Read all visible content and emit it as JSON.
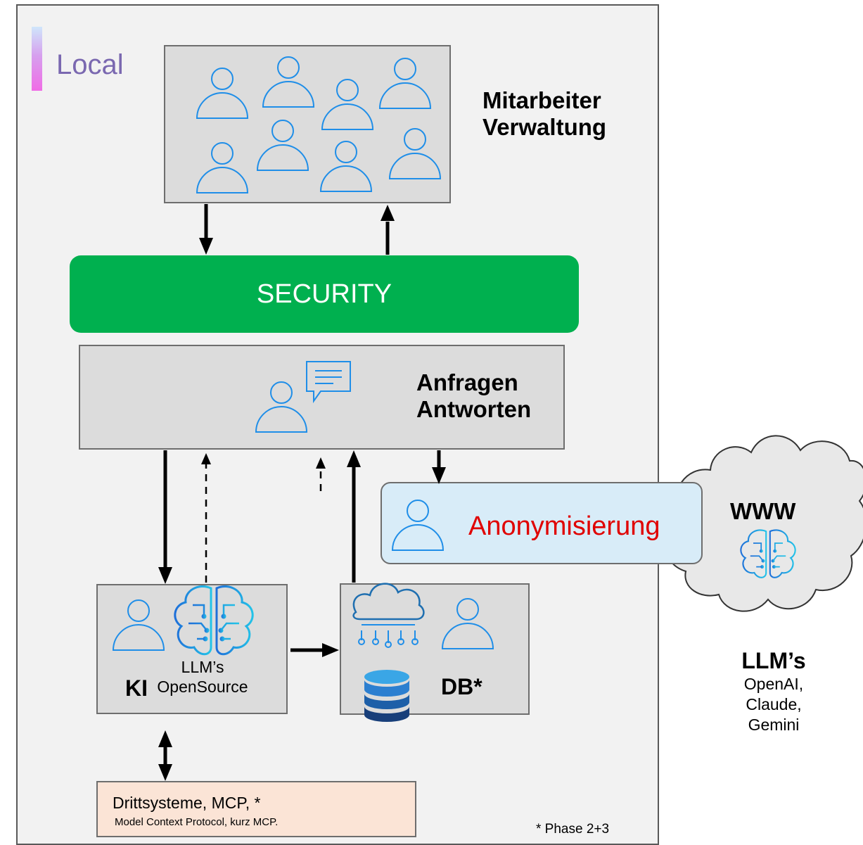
{
  "local": {
    "label": "Local"
  },
  "mitarbeiter": {
    "line1": "Mitarbeiter",
    "line2": "Verwaltung"
  },
  "security": {
    "label": "SECURITY"
  },
  "anfragen": {
    "line1": "Anfragen",
    "line2": "Antworten"
  },
  "anonymisierung": {
    "label": "Anonymisierung"
  },
  "ki": {
    "label": "KI",
    "llm_line1": "LLM’s",
    "llm_line2": "OpenSource"
  },
  "db": {
    "label": "DB*"
  },
  "drittsysteme": {
    "title": "Drittsysteme, MCP, *",
    "subtitle": "Model Context Protocol, kurz MCP."
  },
  "phase_note": "* Phase 2+3",
  "cloud": {
    "label": "WWW"
  },
  "llms_external": {
    "title": "LLM’s",
    "line1": "OpenAI,",
    "line2": "Claude,",
    "line3": "Gemini"
  },
  "colors": {
    "security": "#00b04f",
    "anonymisierung_text": "#e00000",
    "person_icon": "#1f8ee8",
    "local_label": "#7a68b0"
  }
}
